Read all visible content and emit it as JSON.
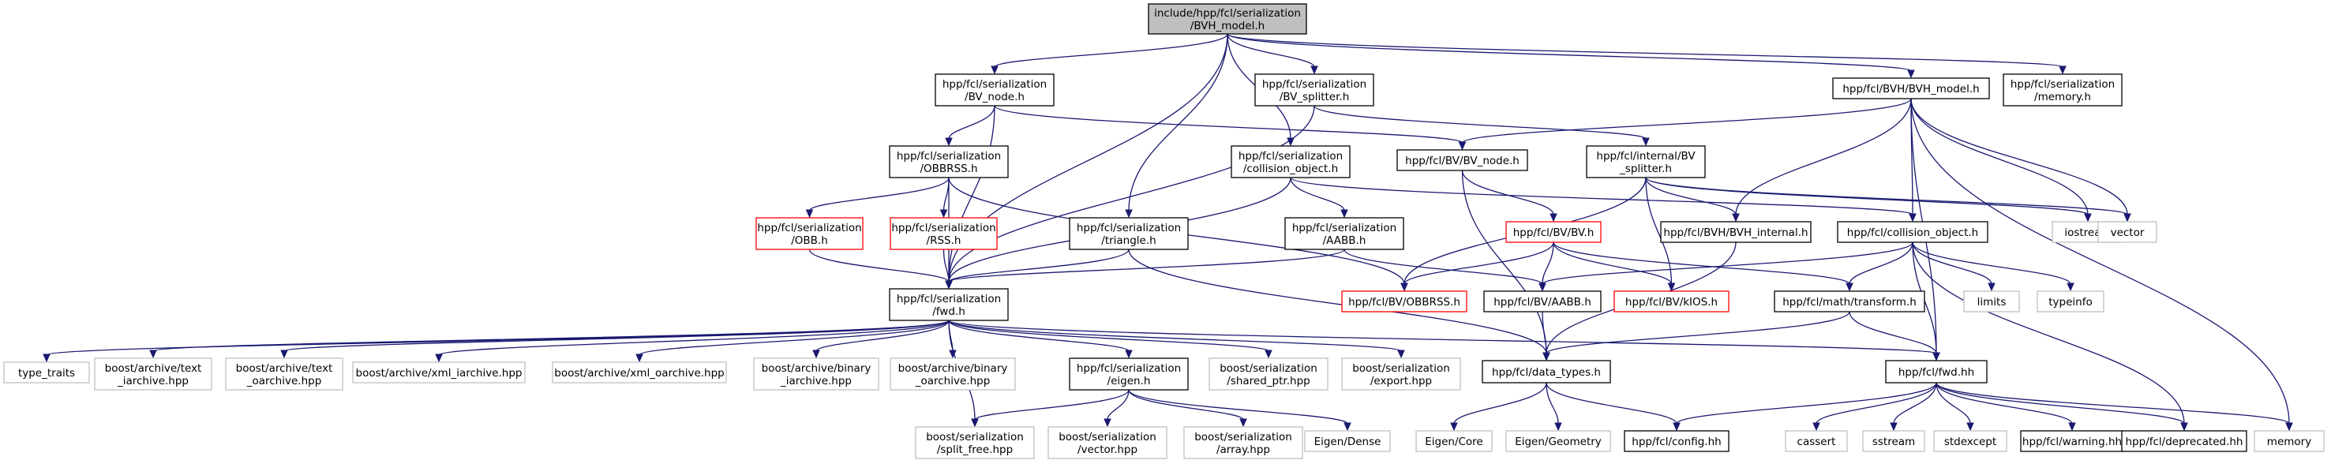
{
  "graph_title": "include/hpp/fcl/serialization/BVH_model.h",
  "colors": {
    "edge": "#191970",
    "node_border": "#000000",
    "node_border_undocumented": "#ff0000",
    "node_border_external": "#bfbfbf",
    "root_fill": "#bfbfbf",
    "node_fill": "#ffffff"
  },
  "nodes": [
    {
      "id": "root",
      "lines": [
        "include/hpp/fcl/serialization",
        "/BVH_model.h"
      ],
      "kind": "root"
    },
    {
      "id": "ser_bvnode",
      "lines": [
        "hpp/fcl/serialization",
        "/BV_node.h"
      ],
      "kind": "doc"
    },
    {
      "id": "ser_bvsplitter",
      "lines": [
        "hpp/fcl/serialization",
        "/BV_splitter.h"
      ],
      "kind": "doc"
    },
    {
      "id": "bvh_model",
      "lines": [
        "hpp/fcl/BVH/BVH_model.h"
      ],
      "kind": "doc"
    },
    {
      "id": "ser_memory",
      "lines": [
        "hpp/fcl/serialization",
        "/memory.h"
      ],
      "kind": "doc"
    },
    {
      "id": "ser_obbrss",
      "lines": [
        "hpp/fcl/serialization",
        "/OBBRSS.h"
      ],
      "kind": "doc"
    },
    {
      "id": "bv_node",
      "lines": [
        "hpp/fcl/BV/BV_node.h"
      ],
      "kind": "doc"
    },
    {
      "id": "ser_collobj",
      "lines": [
        "hpp/fcl/serialization",
        "/collision_object.h"
      ],
      "kind": "doc"
    },
    {
      "id": "internal_splitter",
      "lines": [
        "hpp/fcl/internal/BV",
        "_splitter.h"
      ],
      "kind": "doc"
    },
    {
      "id": "ser_obb",
      "lines": [
        "hpp/fcl/serialization",
        "/OBB.h"
      ],
      "kind": "undoc"
    },
    {
      "id": "ser_rss",
      "lines": [
        "hpp/fcl/serialization",
        "/RSS.h"
      ],
      "kind": "undoc"
    },
    {
      "id": "ser_triangle",
      "lines": [
        "hpp/fcl/serialization",
        "/triangle.h"
      ],
      "kind": "doc"
    },
    {
      "id": "ser_aabb",
      "lines": [
        "hpp/fcl/serialization",
        "/AABB.h"
      ],
      "kind": "doc"
    },
    {
      "id": "bv_bv",
      "lines": [
        "hpp/fcl/BV/BV.h"
      ],
      "kind": "undoc"
    },
    {
      "id": "bvh_internal",
      "lines": [
        "hpp/fcl/BVH/BVH_internal.h"
      ],
      "kind": "doc"
    },
    {
      "id": "collobj",
      "lines": [
        "hpp/fcl/collision_object.h"
      ],
      "kind": "doc"
    },
    {
      "id": "iostream",
      "lines": [
        "iostream"
      ],
      "kind": "ext"
    },
    {
      "id": "vector",
      "lines": [
        "vector"
      ],
      "kind": "ext"
    },
    {
      "id": "ser_fwd",
      "lines": [
        "hpp/fcl/serialization",
        "/fwd.h"
      ],
      "kind": "doc"
    },
    {
      "id": "bv_obbrss",
      "lines": [
        "hpp/fcl/BV/OBBRSS.h"
      ],
      "kind": "undoc"
    },
    {
      "id": "bv_aabb",
      "lines": [
        "hpp/fcl/BV/AABB.h"
      ],
      "kind": "doc"
    },
    {
      "id": "bv_kios",
      "lines": [
        "hpp/fcl/BV/kIOS.h"
      ],
      "kind": "undoc"
    },
    {
      "id": "math_transform",
      "lines": [
        "hpp/fcl/math/transform.h"
      ],
      "kind": "doc"
    },
    {
      "id": "limits",
      "lines": [
        "limits"
      ],
      "kind": "ext"
    },
    {
      "id": "typeinfo",
      "lines": [
        "typeinfo"
      ],
      "kind": "ext"
    },
    {
      "id": "type_traits",
      "lines": [
        "type_traits"
      ],
      "kind": "ext"
    },
    {
      "id": "text_iarchive",
      "lines": [
        "boost/archive/text",
        "_iarchive.hpp"
      ],
      "kind": "ext"
    },
    {
      "id": "text_oarchive",
      "lines": [
        "boost/archive/text",
        "_oarchive.hpp"
      ],
      "kind": "ext"
    },
    {
      "id": "xml_iarchive",
      "lines": [
        "boost/archive/xml_iarchive.hpp"
      ],
      "kind": "ext"
    },
    {
      "id": "xml_oarchive",
      "lines": [
        "boost/archive/xml_oarchive.hpp"
      ],
      "kind": "ext"
    },
    {
      "id": "binary_iarchive",
      "lines": [
        "boost/archive/binary",
        "_iarchive.hpp"
      ],
      "kind": "ext"
    },
    {
      "id": "binary_oarchive",
      "lines": [
        "boost/archive/binary",
        "_oarchive.hpp"
      ],
      "kind": "ext"
    },
    {
      "id": "ser_eigen",
      "lines": [
        "hpp/fcl/serialization",
        "/eigen.h"
      ],
      "kind": "doc"
    },
    {
      "id": "shared_ptr",
      "lines": [
        "boost/serialization",
        "/shared_ptr.hpp"
      ],
      "kind": "ext"
    },
    {
      "id": "export",
      "lines": [
        "boost/serialization",
        "/export.hpp"
      ],
      "kind": "ext"
    },
    {
      "id": "data_types",
      "lines": [
        "hpp/fcl/data_types.h"
      ],
      "kind": "doc"
    },
    {
      "id": "fwd_hh",
      "lines": [
        "hpp/fcl/fwd.hh"
      ],
      "kind": "doc"
    },
    {
      "id": "split_free",
      "lines": [
        "boost/serialization",
        "/split_free.hpp"
      ],
      "kind": "ext"
    },
    {
      "id": "ser_vector",
      "lines": [
        "boost/serialization",
        "/vector.hpp"
      ],
      "kind": "ext"
    },
    {
      "id": "ser_array",
      "lines": [
        "boost/serialization",
        "/array.hpp"
      ],
      "kind": "ext"
    },
    {
      "id": "eigen_dense",
      "lines": [
        "Eigen/Dense"
      ],
      "kind": "ext"
    },
    {
      "id": "eigen_core",
      "lines": [
        "Eigen/Core"
      ],
      "kind": "ext"
    },
    {
      "id": "eigen_geometry",
      "lines": [
        "Eigen/Geometry"
      ],
      "kind": "ext"
    },
    {
      "id": "config",
      "lines": [
        "hpp/fcl/config.hh"
      ],
      "kind": "doc"
    },
    {
      "id": "cassert",
      "lines": [
        "cassert"
      ],
      "kind": "ext"
    },
    {
      "id": "sstream",
      "lines": [
        "sstream"
      ],
      "kind": "ext"
    },
    {
      "id": "stdexcept",
      "lines": [
        "stdexcept"
      ],
      "kind": "ext"
    },
    {
      "id": "warning",
      "lines": [
        "hpp/fcl/warning.hh"
      ],
      "kind": "doc"
    },
    {
      "id": "deprecated",
      "lines": [
        "hpp/fcl/deprecated.hh"
      ],
      "kind": "doc"
    },
    {
      "id": "memory",
      "lines": [
        "memory"
      ],
      "kind": "ext"
    }
  ],
  "edges": [
    [
      "root",
      "ser_bvnode"
    ],
    [
      "root",
      "ser_bvsplitter"
    ],
    [
      "root",
      "bvh_model"
    ],
    [
      "root",
      "ser_memory"
    ],
    [
      "root",
      "ser_fwd"
    ],
    [
      "root",
      "ser_triangle"
    ],
    [
      "root",
      "ser_collobj"
    ],
    [
      "ser_bvnode",
      "ser_obbrss"
    ],
    [
      "ser_bvnode",
      "bv_node"
    ],
    [
      "ser_bvnode",
      "ser_fwd"
    ],
    [
      "ser_bvsplitter",
      "internal_splitter"
    ],
    [
      "ser_bvsplitter",
      "ser_fwd"
    ],
    [
      "bvh_model",
      "bv_node"
    ],
    [
      "bvh_model",
      "bvh_internal"
    ],
    [
      "bvh_model",
      "collobj"
    ],
    [
      "bvh_model",
      "iostream"
    ],
    [
      "bvh_model",
      "vector"
    ],
    [
      "bvh_model",
      "memory"
    ],
    [
      "bvh_model",
      "fwd_hh"
    ],
    [
      "ser_obbrss",
      "ser_obb"
    ],
    [
      "ser_obbrss",
      "ser_rss"
    ],
    [
      "ser_obbrss",
      "bv_obbrss"
    ],
    [
      "ser_obbrss",
      "ser_fwd"
    ],
    [
      "bv_node",
      "bv_bv"
    ],
    [
      "bv_node",
      "data_types"
    ],
    [
      "ser_collobj",
      "ser_aabb"
    ],
    [
      "ser_collobj",
      "collobj"
    ],
    [
      "ser_collobj",
      "ser_fwd"
    ],
    [
      "internal_splitter",
      "bvh_internal"
    ],
    [
      "internal_splitter",
      "bv_obbrss"
    ],
    [
      "internal_splitter",
      "bv_kios"
    ],
    [
      "internal_splitter",
      "iostream"
    ],
    [
      "internal_splitter",
      "vector"
    ],
    [
      "ser_obb",
      "ser_fwd"
    ],
    [
      "ser_rss",
      "ser_fwd"
    ],
    [
      "ser_triangle",
      "ser_fwd"
    ],
    [
      "ser_triangle",
      "data_types"
    ],
    [
      "ser_aabb",
      "bv_aabb"
    ],
    [
      "ser_aabb",
      "ser_fwd"
    ],
    [
      "bv_bv",
      "bv_obbrss"
    ],
    [
      "bv_bv",
      "bv_aabb"
    ],
    [
      "bv_bv",
      "bv_kios"
    ],
    [
      "bv_bv",
      "math_transform"
    ],
    [
      "bvh_internal",
      "data_types"
    ],
    [
      "collobj",
      "bv_aabb"
    ],
    [
      "collobj",
      "math_transform"
    ],
    [
      "collobj",
      "limits"
    ],
    [
      "collobj",
      "typeinfo"
    ],
    [
      "collobj",
      "fwd_hh"
    ],
    [
      "collobj",
      "deprecated"
    ],
    [
      "ser_fwd",
      "type_traits"
    ],
    [
      "ser_fwd",
      "text_iarchive"
    ],
    [
      "ser_fwd",
      "text_oarchive"
    ],
    [
      "ser_fwd",
      "xml_iarchive"
    ],
    [
      "ser_fwd",
      "xml_oarchive"
    ],
    [
      "ser_fwd",
      "binary_iarchive"
    ],
    [
      "ser_fwd",
      "binary_oarchive"
    ],
    [
      "ser_fwd",
      "ser_eigen"
    ],
    [
      "ser_fwd",
      "shared_ptr"
    ],
    [
      "ser_fwd",
      "export"
    ],
    [
      "ser_fwd",
      "split_free"
    ],
    [
      "ser_fwd",
      "fwd_hh"
    ],
    [
      "bv_aabb",
      "data_types"
    ],
    [
      "math_transform",
      "data_types"
    ],
    [
      "math_transform",
      "fwd_hh"
    ],
    [
      "ser_eigen",
      "split_free"
    ],
    [
      "ser_eigen",
      "ser_vector"
    ],
    [
      "ser_eigen",
      "ser_array"
    ],
    [
      "ser_eigen",
      "eigen_dense"
    ],
    [
      "data_types",
      "eigen_core"
    ],
    [
      "data_types",
      "eigen_geometry"
    ],
    [
      "data_types",
      "config"
    ],
    [
      "fwd_hh",
      "config"
    ],
    [
      "fwd_hh",
      "cassert"
    ],
    [
      "fwd_hh",
      "sstream"
    ],
    [
      "fwd_hh",
      "stdexcept"
    ],
    [
      "fwd_hh",
      "warning"
    ],
    [
      "fwd_hh",
      "deprecated"
    ],
    [
      "fwd_hh",
      "memory"
    ]
  ]
}
